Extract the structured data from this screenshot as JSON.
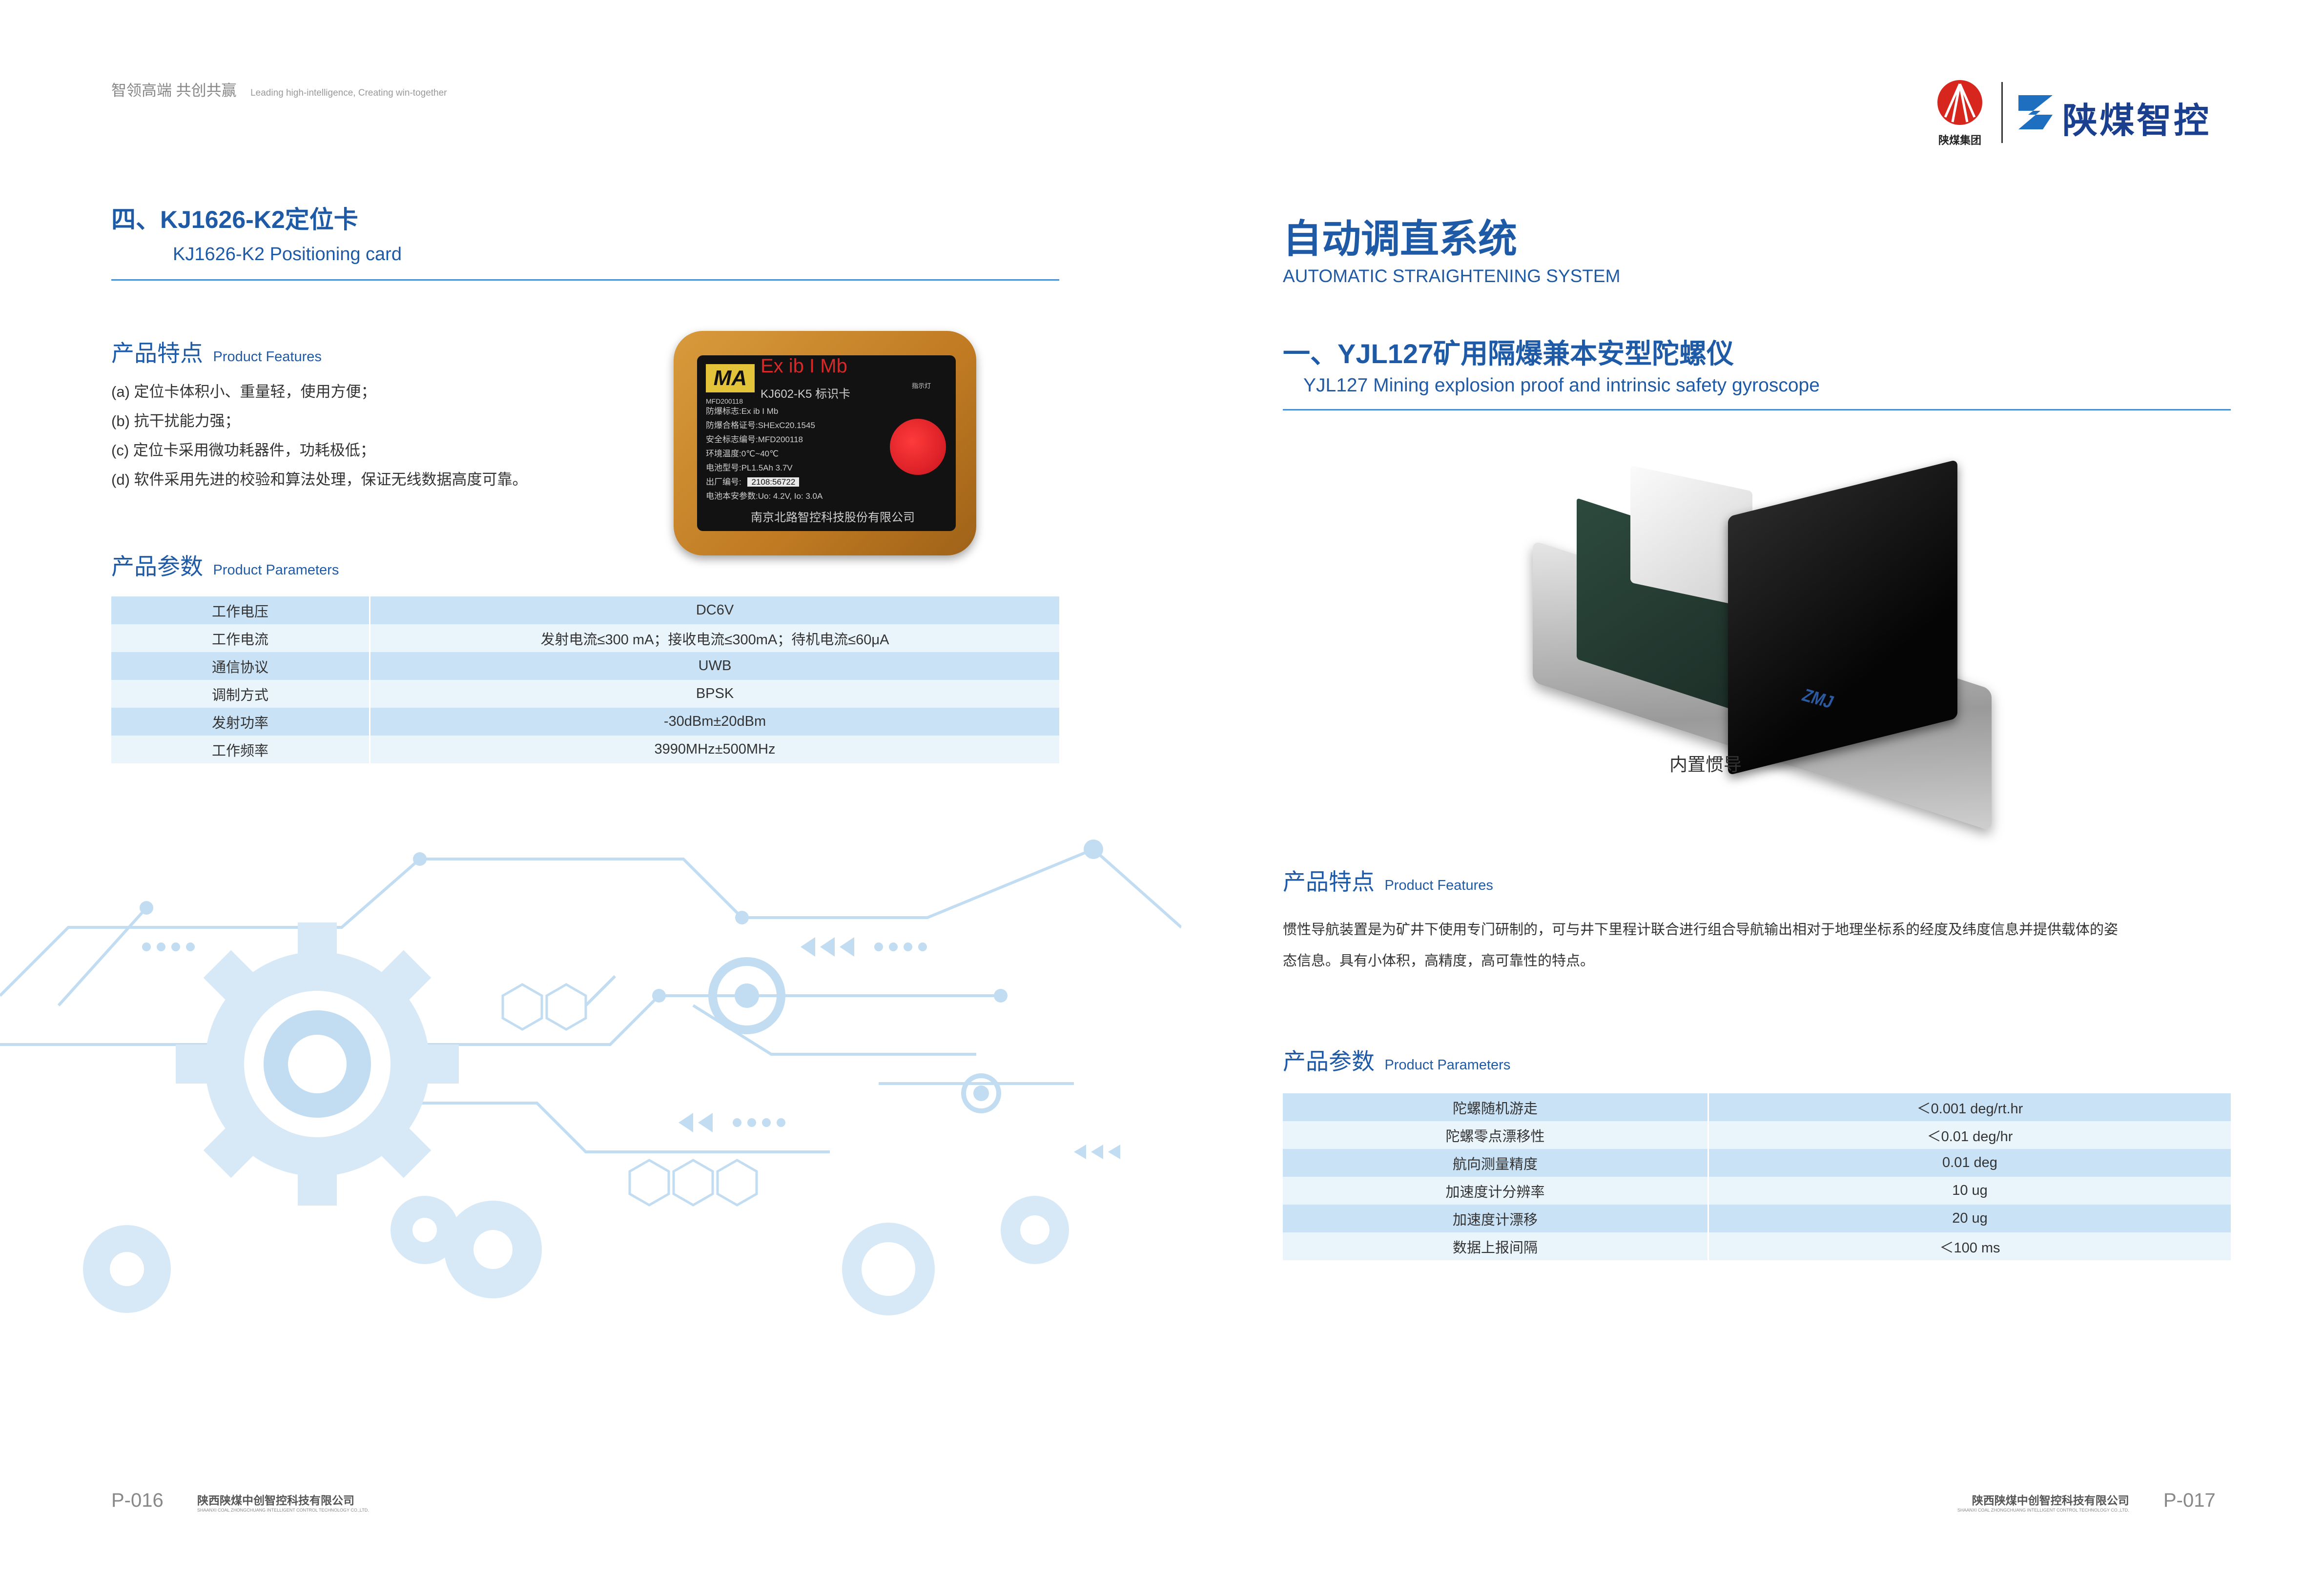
{
  "header": {
    "slogan_cn": "智领高端 共创共赢",
    "slogan_en": "Leading high-intelligence, Creating win-together",
    "group_logo_text": "陕煤集团",
    "brand_name": "陕煤智控"
  },
  "left": {
    "title_cn": "四、KJ1626-K2定位卡",
    "title_en": "KJ1626-K2 Positioning card",
    "features_heading_cn": "产品特点",
    "features_heading_en": "Product Features",
    "features": [
      "(a) 定位卡体积小、重量轻，使用方便；",
      "(b) 抗干扰能力强；",
      "(c) 定位卡采用微功耗器件，功耗极低；",
      "(d) 软件采用先进的校验和算法处理，保证无线数据高度可靠。"
    ],
    "params_heading_cn": "产品参数",
    "params_heading_en": "Product Parameters",
    "params": [
      {
        "name": "工作电压",
        "value": "DC6V"
      },
      {
        "name": "工作电流",
        "value": "发射电流≤300 mA；接收电流≤300mA；待机电流≤60μA"
      },
      {
        "name": "通信协议",
        "value": "UWB"
      },
      {
        "name": "调制方式",
        "value": "BPSK"
      },
      {
        "name": "发射功率",
        "value": "-30dBm±20dBm"
      },
      {
        "name": "工作频率",
        "value": "3990MHz±500MHz"
      }
    ],
    "card_label": {
      "ma": "MA",
      "exmark": "Ex ib I Mb",
      "model_line": "KJ602-K5 标识卡",
      "small_code": "MFD200118",
      "indicator": "指示灯",
      "lines": [
        "防爆标志:Ex ib I Mb",
        "防爆合格证号:SHExC20.1545",
        "安全标志编号:MFD200118",
        "环境温度:0℃~40℃",
        "电池型号:PL1.5Ah 3.7V"
      ],
      "serial_label": "出厂编号:",
      "serial": "2108:56722",
      "battery_line": "电池本安参数:Uo: 4.2V, Io: 3.0A",
      "manufacturer": "南京北路智控科技股份有限公司"
    },
    "page_num": "P-016",
    "footer_company": "陕西陕煤中创智控科技有限公司",
    "footer_company_en": "SHAANXI COAL ZHONGCHUANG INTELLIGENT CONTROL TECHNOLOGY CO.,LTD."
  },
  "right": {
    "title_cn": "自动调直系统",
    "title_en": "AUTOMATIC STRAIGHTENING SYSTEM",
    "sub_title_cn": "一、YJL127矿用隔爆兼本安型陀螺仪",
    "sub_title_en": "YJL127 Mining explosion proof and intrinsic safety gyroscope",
    "image_caption": "内置惯导",
    "device_logo": "ZMJ",
    "features_heading_cn": "产品特点",
    "features_heading_en": "Product Features",
    "features_text_1": "惯性导航装置是为矿井下使用专门研制的，可与井下里程计联合进行组合导航输出相对于地理坐标系的经度及纬度信息并提供载体的姿",
    "features_text_2": "态信息。具有小体积，高精度，高可靠性的特点。",
    "params_heading_cn": "产品参数",
    "params_heading_en": "Product Parameters",
    "params": [
      {
        "name": "陀螺随机游走",
        "value": "＜0.001 deg/rt.hr"
      },
      {
        "name": "陀螺零点漂移性",
        "value": "＜0.01 deg/hr"
      },
      {
        "name": "航向测量精度",
        "value": "0.01 deg"
      },
      {
        "name": "加速度计分辨率",
        "value": "10 ug"
      },
      {
        "name": "加速度计漂移",
        "value": "20 ug"
      },
      {
        "name": "数据上报间隔",
        "value": "＜100 ms"
      }
    ],
    "page_num": "P-017",
    "footer_company": "陕西陕煤中创智控科技有限公司",
    "footer_company_en": "SHAANXI COAL ZHONGCHUANG INTELLIGENT CONTROL TECHNOLOGY CO.,LTD."
  }
}
